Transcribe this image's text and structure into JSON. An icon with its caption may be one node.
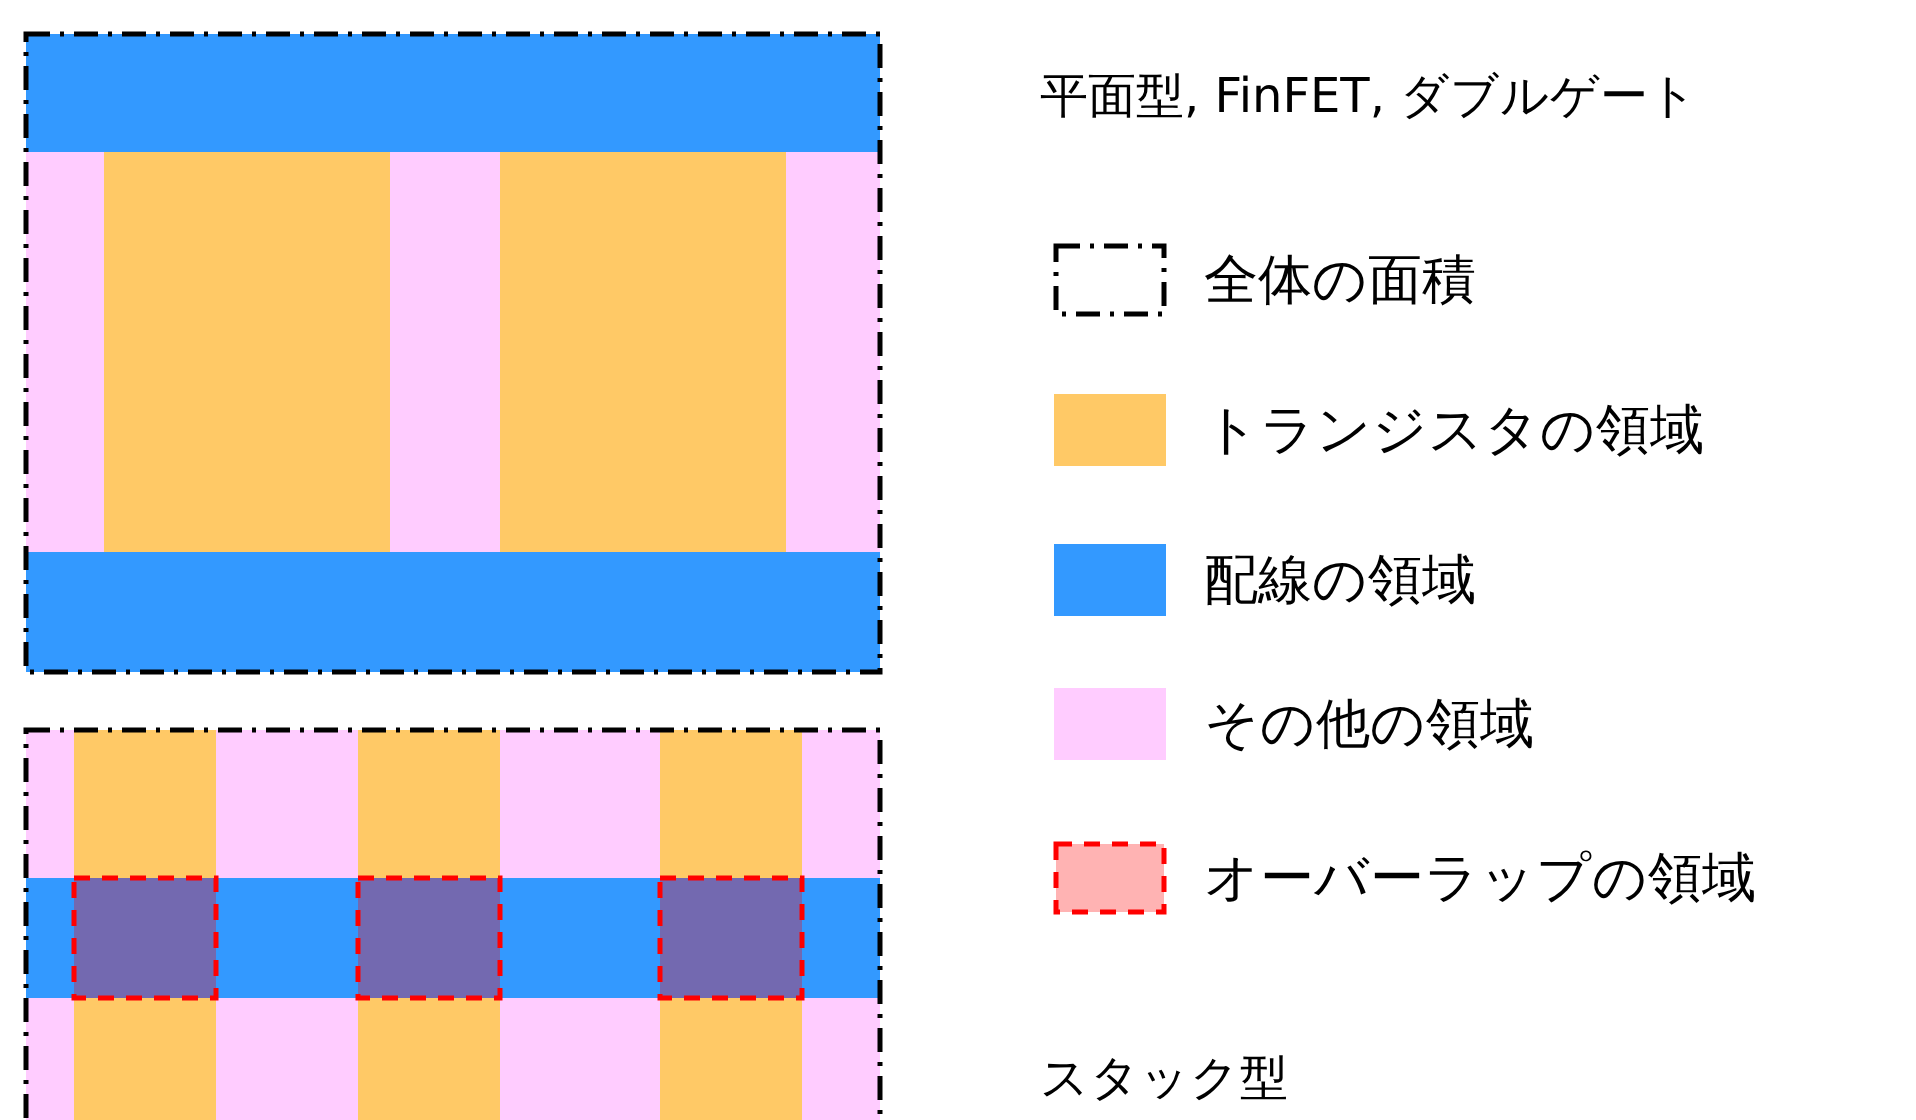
{
  "diagram": {
    "labels": [
      "平面型, FinFET, ダブルゲート",
      "スタック型"
    ],
    "legend": [
      {
        "text": "全体の面積"
      },
      {
        "text": "トランジスタの領域",
        "color": "#ffc966"
      },
      {
        "text": "配線の領域",
        "color": "#3399ff"
      },
      {
        "text": "その他の領域",
        "color": "#ffccff"
      },
      {
        "text": "オーバーラップの領域"
      }
    ]
  }
}
